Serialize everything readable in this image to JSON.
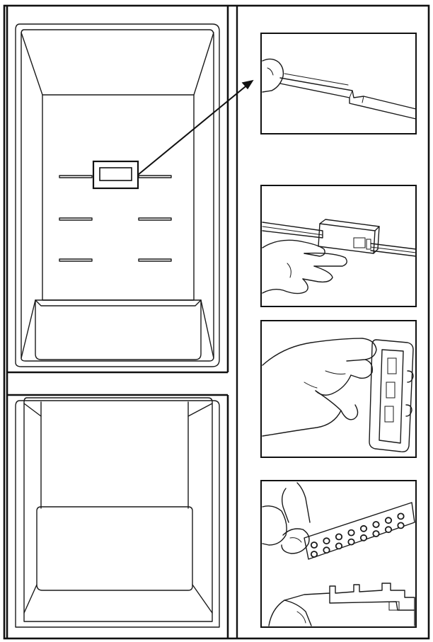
{
  "figure": {
    "kind": "refrigerator odor filter replacement illustration",
    "panels": [
      {
        "name": "fridge-interior"
      },
      {
        "name": "step-1-filter-housing"
      },
      {
        "name": "step-2-slide-housing-out"
      },
      {
        "name": "step-3-open-housing"
      },
      {
        "name": "step-4-replace-filter"
      }
    ],
    "colors": {
      "line": "#1a1a1a",
      "background": "#ffffff"
    }
  }
}
